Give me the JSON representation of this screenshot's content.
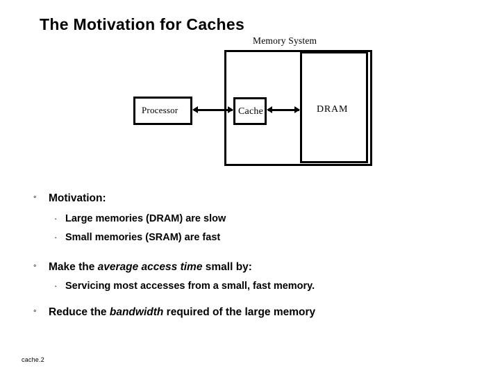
{
  "slide": {
    "title": "The Motivation for Caches",
    "footer": "cache.2"
  },
  "diagram": {
    "memory_system_label": "Memory System",
    "processor_label": "Processor",
    "cache_label": "Cache",
    "dram_label": "DRAM",
    "arrows": [
      {
        "name": "processor-cache-arrow",
        "bidirectional": true
      },
      {
        "name": "cache-dram-arrow",
        "bidirectional": true
      }
    ]
  },
  "content": {
    "bullet_mark_level1": "°",
    "bullet_mark_level2": "·",
    "b1_text": "Motivation:",
    "b1_sub1_text": "Large memories (DRAM) are slow",
    "b1_sub2_text": "Small memories (SRAM) are fast",
    "b2_pre": "Make the ",
    "b2_em": "average access time",
    "b2_post": "  small by:",
    "b2_sub1_text": "Servicing most accesses from a small, fast memory.",
    "b3_pre": "Reduce the ",
    "b3_em": "bandwidth",
    "b3_post": " required of the large memory"
  },
  "colors": {
    "background": "#ffffff",
    "ink": "#000000"
  }
}
